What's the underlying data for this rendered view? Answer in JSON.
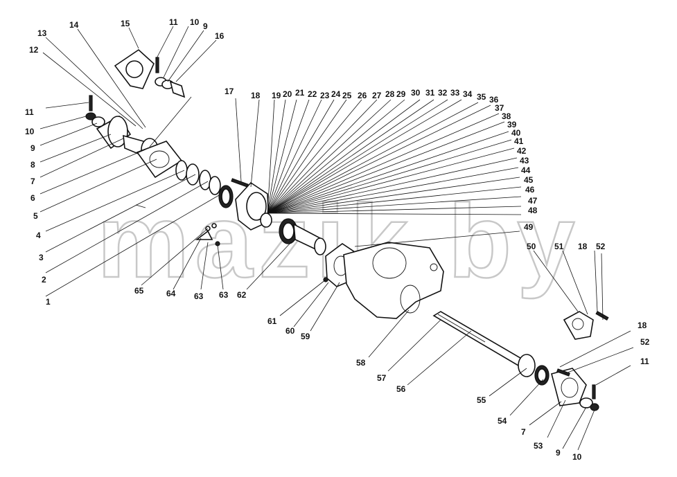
{
  "watermark": "mazik.by",
  "labels": [
    {
      "id": "l1",
      "text": "1"
    },
    {
      "id": "l2",
      "text": "2"
    },
    {
      "id": "l3",
      "text": "3"
    },
    {
      "id": "l4",
      "text": "4"
    },
    {
      "id": "l5",
      "text": "5"
    },
    {
      "id": "l6",
      "text": "6"
    },
    {
      "id": "l7a",
      "text": "7"
    },
    {
      "id": "l8",
      "text": "8"
    },
    {
      "id": "l9a",
      "text": "9"
    },
    {
      "id": "l10a",
      "text": "10"
    },
    {
      "id": "l11a",
      "text": "11"
    },
    {
      "id": "l12",
      "text": "12"
    },
    {
      "id": "l13",
      "text": "13"
    },
    {
      "id": "l14",
      "text": "14"
    },
    {
      "id": "l15",
      "text": "15"
    },
    {
      "id": "l11b",
      "text": "11"
    },
    {
      "id": "l10b",
      "text": "10"
    },
    {
      "id": "l9b",
      "text": "9"
    },
    {
      "id": "l16",
      "text": "16"
    },
    {
      "id": "l17",
      "text": "17"
    },
    {
      "id": "l18a",
      "text": "18"
    },
    {
      "id": "l19",
      "text": "19"
    },
    {
      "id": "l20",
      "text": "20"
    },
    {
      "id": "l21",
      "text": "21"
    },
    {
      "id": "l22",
      "text": "22"
    },
    {
      "id": "l23",
      "text": "23"
    },
    {
      "id": "l24",
      "text": "24"
    },
    {
      "id": "l25",
      "text": "25"
    },
    {
      "id": "l26",
      "text": "26"
    },
    {
      "id": "l27",
      "text": "27"
    },
    {
      "id": "l28",
      "text": "28"
    },
    {
      "id": "l29",
      "text": "29"
    },
    {
      "id": "l30",
      "text": "30"
    },
    {
      "id": "l31",
      "text": "31"
    },
    {
      "id": "l32",
      "text": "32"
    },
    {
      "id": "l33",
      "text": "33"
    },
    {
      "id": "l34",
      "text": "34"
    },
    {
      "id": "l35",
      "text": "35"
    },
    {
      "id": "l36",
      "text": "36"
    },
    {
      "id": "l37",
      "text": "37"
    },
    {
      "id": "l38",
      "text": "38"
    },
    {
      "id": "l39",
      "text": "39"
    },
    {
      "id": "l40",
      "text": "40"
    },
    {
      "id": "l41",
      "text": "41"
    },
    {
      "id": "l42",
      "text": "42"
    },
    {
      "id": "l43",
      "text": "43"
    },
    {
      "id": "l44",
      "text": "44"
    },
    {
      "id": "l45",
      "text": "45"
    },
    {
      "id": "l46",
      "text": "46"
    },
    {
      "id": "l47",
      "text": "47"
    },
    {
      "id": "l48",
      "text": "48"
    },
    {
      "id": "l49",
      "text": "49"
    },
    {
      "id": "l50",
      "text": "50"
    },
    {
      "id": "l51",
      "text": "51"
    },
    {
      "id": "l18b",
      "text": "18"
    },
    {
      "id": "l52a",
      "text": "52"
    },
    {
      "id": "l18c",
      "text": "18"
    },
    {
      "id": "l52b",
      "text": "52"
    },
    {
      "id": "l11c",
      "text": "11"
    },
    {
      "id": "l7b",
      "text": "7"
    },
    {
      "id": "l9c",
      "text": "9"
    },
    {
      "id": "l10c",
      "text": "10"
    },
    {
      "id": "l53",
      "text": "53"
    },
    {
      "id": "l54",
      "text": "54"
    },
    {
      "id": "l55",
      "text": "55"
    },
    {
      "id": "l56",
      "text": "56"
    },
    {
      "id": "l57",
      "text": "57"
    },
    {
      "id": "l58",
      "text": "58"
    },
    {
      "id": "l59",
      "text": "59"
    },
    {
      "id": "l60",
      "text": "60"
    },
    {
      "id": "l61",
      "text": "61"
    },
    {
      "id": "l62",
      "text": "62"
    },
    {
      "id": "l63a",
      "text": "63"
    },
    {
      "id": "l63b",
      "text": "63"
    },
    {
      "id": "l64",
      "text": "64"
    },
    {
      "id": "l65",
      "text": "65"
    }
  ]
}
